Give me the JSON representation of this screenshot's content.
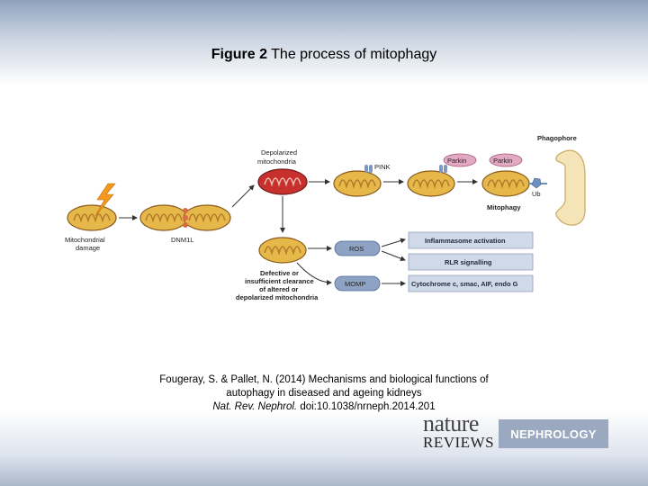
{
  "title": {
    "prefix": "Figure 2",
    "text": "The process of mitophagy"
  },
  "diagram": {
    "labels": {
      "mitochondrial_damage_1": "Mitochondrial",
      "mitochondrial_damage_2": "damage",
      "dnm1l": "DNM1L",
      "depolarized_1": "Depolarized",
      "depolarized_2": "mitochondria",
      "pink": "PINK",
      "parkin_1": "Parkin",
      "parkin_2": "Parkin",
      "ub": "Ub",
      "phagophore": "Phagophore",
      "mitophagy": "Mitophagy",
      "defective_1": "Defective or",
      "defective_2": "insufficient clearance",
      "defective_3": "of altered or",
      "defective_4": "depolarized mitochondria",
      "ros": "ROS",
      "momp": "MOMP",
      "inflammasome": "Inflammasome activation",
      "rlr": "RLR signalling",
      "cytochrome": "Cytochrome c, smac, AIF, endo G"
    },
    "colors": {
      "mito_fill": "#e6b84a",
      "mito_inner": "#b07a2a",
      "depolarized_fill": "#c8302e",
      "box_fill": "#cfd9e8",
      "pill_fill": "#8ea3c4",
      "parkin_fill": "#e4a9c2",
      "pink_fill": "#7f98c0",
      "phagophore_fill": "#f4e4b8",
      "lightning": "#f39a1e"
    }
  },
  "citation": {
    "line1": "Fougeray, S. & Pallet, N. (2014) Mechanisms and biological functions of",
    "line2": "autophagy in diseased and ageing kidneys",
    "journal": "Nat. Rev. Nephrol.",
    "doi": " doi:10.1038/nrneph.2014.201"
  },
  "logo": {
    "nature": "nature",
    "reviews": "REVIEWS",
    "nephrology": "NEPHROLOGY"
  }
}
